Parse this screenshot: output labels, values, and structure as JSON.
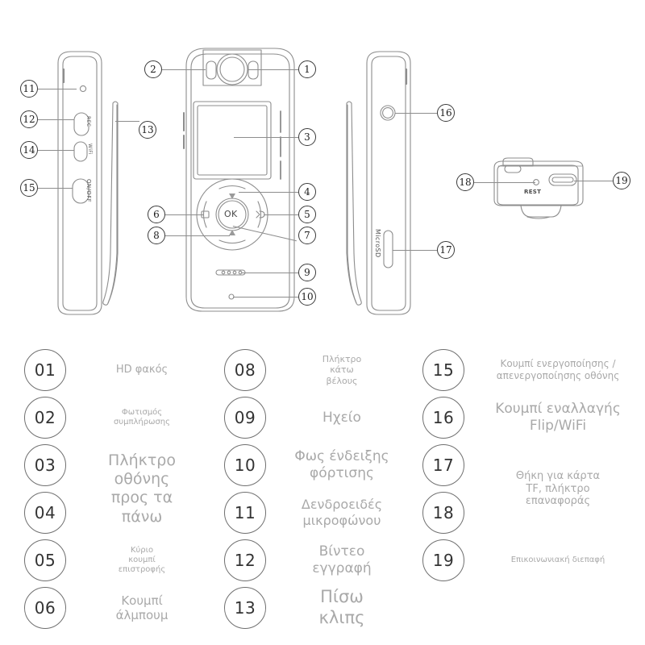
{
  "document": {
    "type": "product-callout-diagram",
    "subject": "body camera",
    "language": "el"
  },
  "views": {
    "left_side": {
      "name": "left-side-view"
    },
    "front": {
      "name": "front-view"
    },
    "right_side": {
      "name": "right-side-view"
    },
    "bottom": {
      "name": "bottom-view"
    }
  },
  "device_labels": {
    "ok_button": "OK",
    "microsd_slot": "MicroSD",
    "reset_label": "REST",
    "onoff_switch": "ON/OFF",
    "mode_button": "REC",
    "wifi_button": "WiFi"
  },
  "callouts": [
    {
      "id": "1",
      "number": "1",
      "target": "hd-lens"
    },
    {
      "id": "2",
      "number": "2",
      "target": "fill-light"
    },
    {
      "id": "3",
      "number": "3",
      "target": "screen"
    },
    {
      "id": "4",
      "number": "4",
      "target": "up-key"
    },
    {
      "id": "5",
      "number": "5",
      "target": "back-key"
    },
    {
      "id": "6",
      "number": "6",
      "target": "album-key"
    },
    {
      "id": "7",
      "number": "7",
      "target": "ok-key"
    },
    {
      "id": "8",
      "number": "8",
      "target": "down-key"
    },
    {
      "id": "9",
      "number": "9",
      "target": "speaker"
    },
    {
      "id": "10",
      "number": "10",
      "target": "charge-indicator"
    },
    {
      "id": "11",
      "number": "11",
      "target": "microphone"
    },
    {
      "id": "12",
      "number": "12",
      "target": "video-record-key"
    },
    {
      "id": "13",
      "number": "13",
      "target": "back-clip"
    },
    {
      "id": "14",
      "number": "14",
      "target": "flip-wifi-key"
    },
    {
      "id": "15",
      "number": "15",
      "target": "screen-on-off-key"
    },
    {
      "id": "16",
      "number": "16",
      "target": "flip-wifi-button"
    },
    {
      "id": "17",
      "number": "17",
      "target": "tf-card-slot"
    },
    {
      "id": "18",
      "number": "18",
      "target": "reset-key"
    },
    {
      "id": "19",
      "number": "19",
      "target": "usb-interface"
    }
  ],
  "legend": {
    "columns": [
      {
        "name": "legend-column-left",
        "items": [
          {
            "number": "01",
            "text": "HD φακός",
            "size": 13
          },
          {
            "number": "02",
            "text": "Φωτισμός\nσυμπλήρωσης",
            "size": 10
          },
          {
            "number": "03",
            "text": "",
            "size": 13
          },
          {
            "number": "04",
            "text": "",
            "size": 13
          },
          {
            "number": "05",
            "text": "Κύριο\nκουμπί\nεπιστροφής",
            "size": 10
          },
          {
            "number": "06",
            "text": "Κουμπί\nάλμπουμ",
            "size": 15
          }
        ],
        "spans": [
          {
            "text": "Πλήκτρο\nοθόνης\nπρος τα\nπάνω",
            "size": 19,
            "from": 2,
            "to": 3
          }
        ]
      },
      {
        "name": "legend-column-middle",
        "items": [
          {
            "number": "08",
            "text": "Πλήκτρο\nκάτω\nβέλους",
            "size": 11
          },
          {
            "number": "09",
            "text": "Ηχείο",
            "size": 17
          },
          {
            "number": "10",
            "text": "Φως ένδειξης\nφόρτισης",
            "size": 17
          },
          {
            "number": "11",
            "text": "Δενδροειδές\nμικροφώνου",
            "size": 16
          },
          {
            "number": "12",
            "text": "Βίντεο\nεγγραφή",
            "size": 17
          },
          {
            "number": "13",
            "text": "Πίσω\nκλιπς",
            "size": 21
          }
        ],
        "spans": []
      },
      {
        "name": "legend-column-right",
        "items": [
          {
            "number": "15",
            "text": "Κουμπί ενεργοποίησης /\nαπενεργοποίησης οθόνης",
            "size": 12
          },
          {
            "number": "16",
            "text": "Κουμπί εναλλαγής\nFlip/WiFi",
            "size": 17
          },
          {
            "number": "17",
            "text": "",
            "size": 13
          },
          {
            "number": "18",
            "text": "",
            "size": 13
          },
          {
            "number": "19",
            "text": "Επικοινωνιακή διεπαφή",
            "size": 10
          }
        ],
        "spans": [
          {
            "text": "Θήκη για κάρτα\nTF, πλήκτρο\nεπαναφοράς",
            "size": 13,
            "from": 2,
            "to": 3
          }
        ]
      }
    ]
  },
  "colors": {
    "outline": "#8d8d8d",
    "legend_text": "#a9a9a9",
    "legend_circle": "#6f6f6f",
    "callout_text": "#1c1c1c",
    "background": "#ffffff"
  }
}
